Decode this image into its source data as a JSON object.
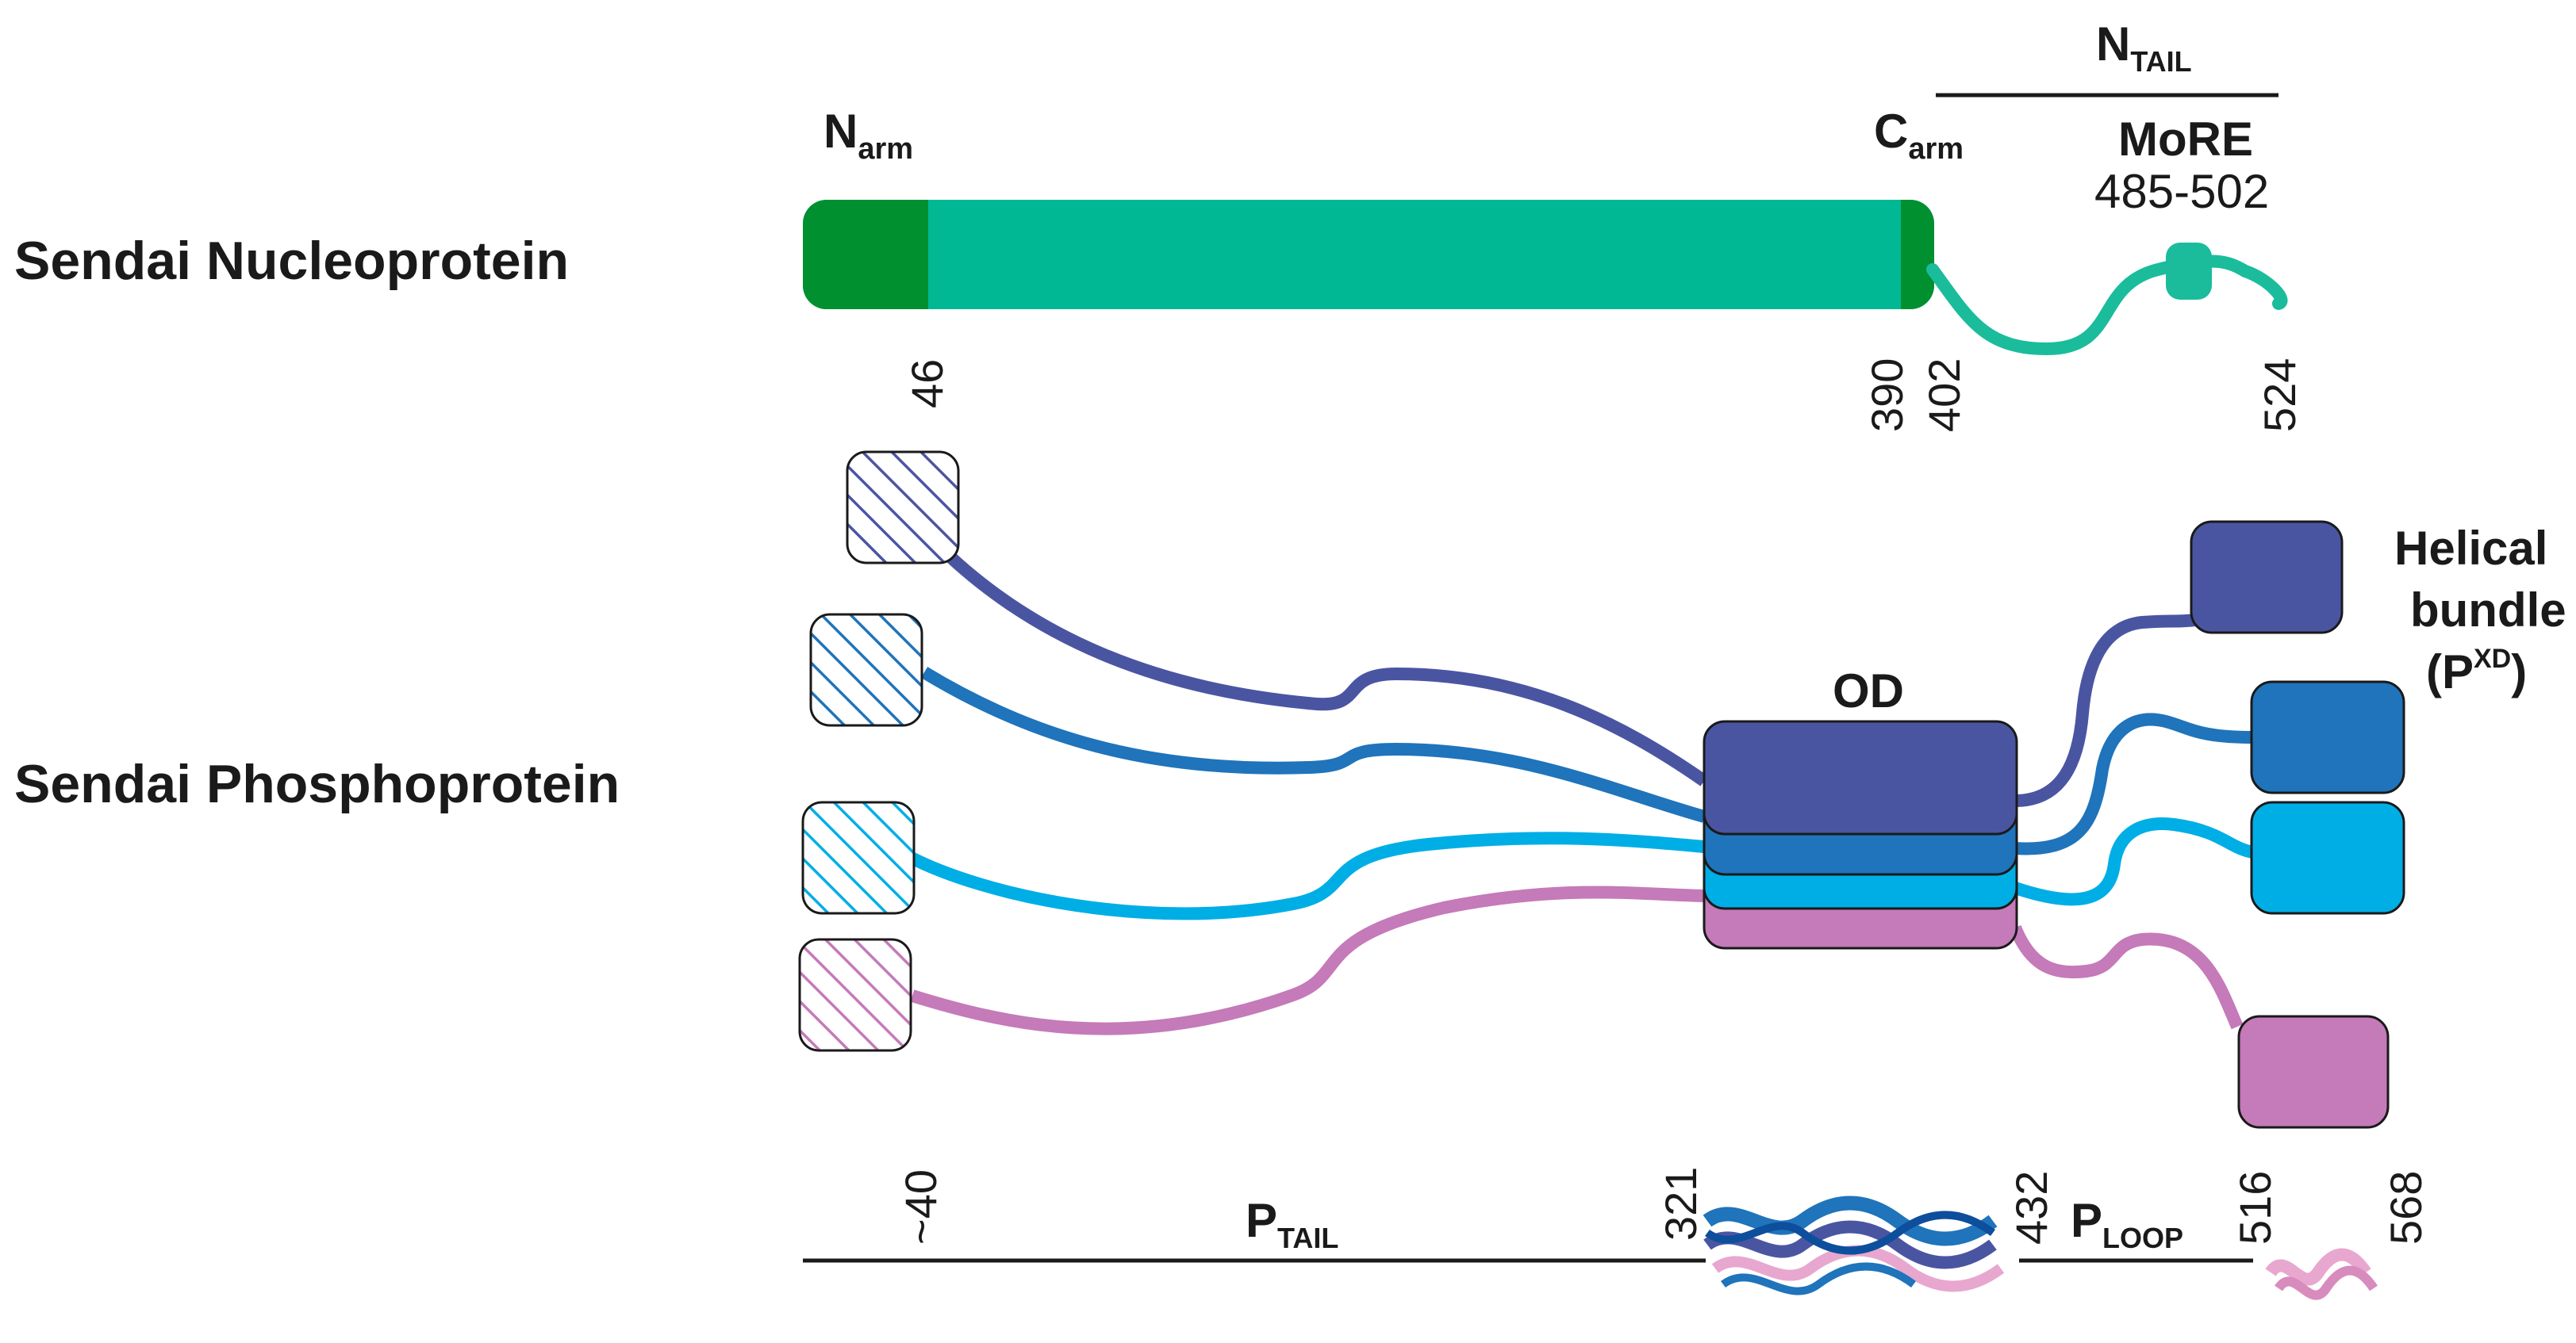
{
  "nucleoprotein": {
    "title": "Sendai Nucleoprotein",
    "n_arm": {
      "main": "N",
      "sub": "arm"
    },
    "c_arm": {
      "main": "C",
      "sub": "arm"
    },
    "n_tail": {
      "main": "N",
      "sub": "TAIL"
    },
    "more": {
      "name": "MoRE",
      "range": "485-502"
    },
    "positions": [
      "46",
      "390",
      "402",
      "524"
    ]
  },
  "phosphoprotein": {
    "title": "Sendai Phosphoprotein",
    "od_label": "OD",
    "helical_bundle": {
      "line1": "Helical",
      "line2": "bundle",
      "p_main": "(P",
      "p_sup": "XD",
      "p_close": ")"
    },
    "p_tail": {
      "main": "P",
      "sub": "TAIL"
    },
    "p_loop": {
      "main": "P",
      "sub": "LOOP"
    },
    "positions": [
      "~40",
      "321",
      "432",
      "516",
      "568"
    ],
    "chain_colors": [
      "#4a55a2",
      "#1f74bb",
      "#00aee6",
      "#c57ab9"
    ]
  },
  "colors": {
    "n_core": "#00b894",
    "n_arm": "#009030",
    "n_tail": "#1abc9c"
  }
}
